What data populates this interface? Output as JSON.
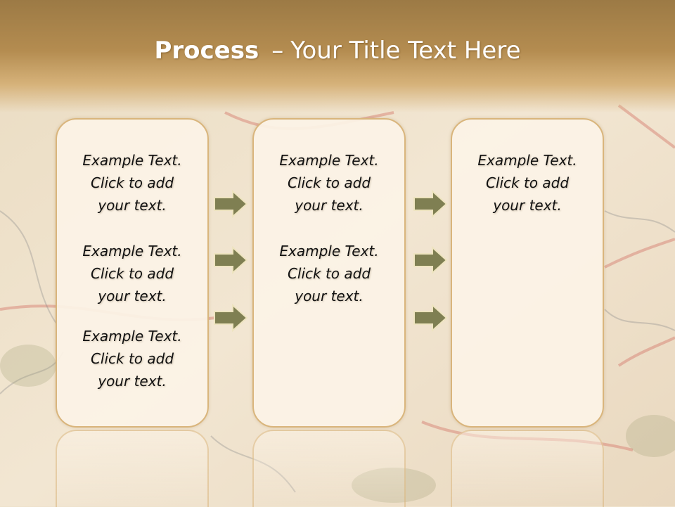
{
  "slide": {
    "title_bold": "Process",
    "title_separator": "–",
    "title_rest": "Your Title Text Here"
  },
  "columns": [
    {
      "items": [
        {
          "line1": "Example Text.",
          "line2": "Click  to add",
          "line3": "your text."
        },
        {
          "line1": "Example Text.",
          "line2": "Click  to add",
          "line3": "your text."
        },
        {
          "line1": "Example Text.",
          "line2": "Click  to add",
          "line3": "your text."
        }
      ]
    },
    {
      "items": [
        {
          "line1": "Example Text.",
          "line2": "Click  to add",
          "line3": "your text."
        },
        {
          "line1": "Example Text.",
          "line2": "Click  to add",
          "line3": "your text."
        }
      ]
    },
    {
      "items": [
        {
          "line1": "Example Text.",
          "line2": "Click  to add",
          "line3": "your text."
        }
      ]
    }
  ],
  "icons": {
    "arrow": "right-arrow-icon"
  },
  "colors": {
    "header": "#b48c50",
    "box_border": "#d9b57c",
    "box_fill": "#fcf3e6",
    "arrow_fill": "#7f7f52",
    "arrow_stroke": "#eee4c0"
  }
}
